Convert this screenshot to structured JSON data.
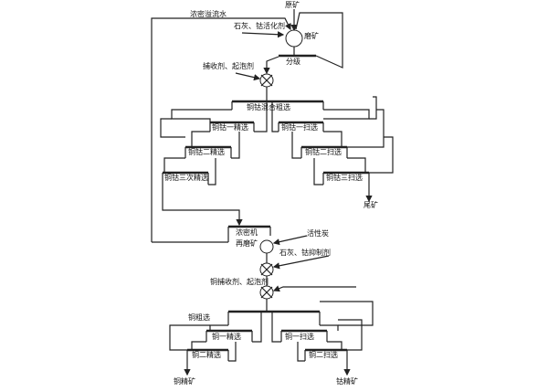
{
  "labels": {
    "ore": "原矿",
    "thickener_overflow": "浓密溢流水",
    "lime_cobalt_activator": "石灰、钴活化剂",
    "grinding": "磨矿",
    "collector_frother_1": "捕收剂、起泡剂",
    "classification": "分级",
    "cuco_bulk_rougher": "铜钴混合粗选",
    "cuco_cleaner_1": "铜钴一精选",
    "cuco_scavenger_1": "铜钴一扫选",
    "cuco_cleaner_2": "铜钴二精选",
    "cuco_scavenger_2": "铜钴二扫选",
    "cuco_cleaner_3": "铜钴三次精选",
    "cuco_scavenger_3": "铜钴三扫选",
    "tailings": "尾矿",
    "thickener": "浓密机",
    "regrinding": "再磨矿",
    "activated_carbon": "活性炭",
    "lime_cobalt_depressant": "石灰、钴抑制剂",
    "cu_collector_frother": "铜捕收剂、起泡剂",
    "cu_rougher": "铜粗选",
    "cu_cleaner_1": "铜一精选",
    "cu_scavenger_1": "铜一扫选",
    "cu_cleaner_2": "铜二精选",
    "cu_scavenger_2": "铜二扫选",
    "cu_concentrate": "铜精矿",
    "co_concentrate": "钴精矿"
  }
}
